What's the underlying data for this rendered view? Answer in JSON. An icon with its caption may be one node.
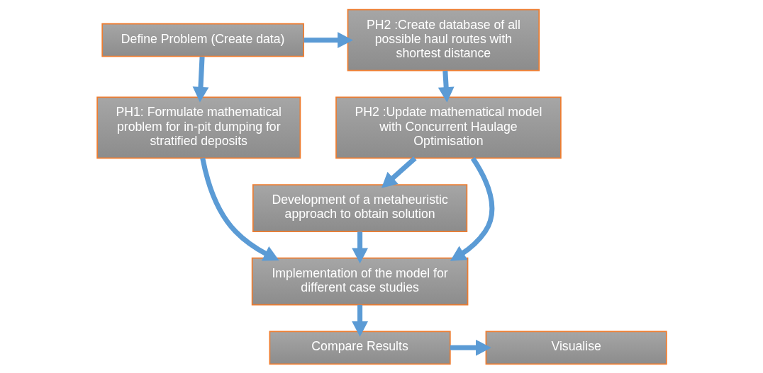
{
  "diagram": {
    "nodes": [
      {
        "text": [
          "Define Problem (Create data)"
        ]
      },
      {
        "text": [
          "PH2 :Create database of all possible haul routes with shortest distance"
        ]
      },
      {
        "text": [
          "PH1: Formulate mathematical problem for in-pit dumping for stratified deposits"
        ]
      },
      {
        "text": [
          "PH2 :Update mathematical model with Concurrent Haulage Optimisation"
        ]
      },
      {
        "text": [
          "Development of a metaheuristic approach to obtain solution"
        ]
      },
      {
        "text": [
          "Implementation of the model for different case studies"
        ]
      },
      {
        "text": [
          "Compare Results"
        ]
      },
      {
        "text": [
          "Visualise"
        ]
      }
    ],
    "edges": [
      {
        "from": 0,
        "to": 1,
        "arrow": "to"
      },
      {
        "from": 0,
        "to": 2,
        "arrow": "to"
      },
      {
        "from": 1,
        "to": 3,
        "arrow": "to"
      },
      {
        "from": 2,
        "to": 5,
        "arrow": "to"
      },
      {
        "from": 3,
        "to": 5,
        "arrow": "to"
      },
      {
        "from": 3,
        "to": 4,
        "arrow": "to"
      },
      {
        "from": 4,
        "to": 5,
        "arrow": "to"
      },
      {
        "from": 5,
        "to": 6,
        "arrow": "to"
      },
      {
        "from": 6,
        "to": 7,
        "arrow": "to"
      }
    ]
  }
}
